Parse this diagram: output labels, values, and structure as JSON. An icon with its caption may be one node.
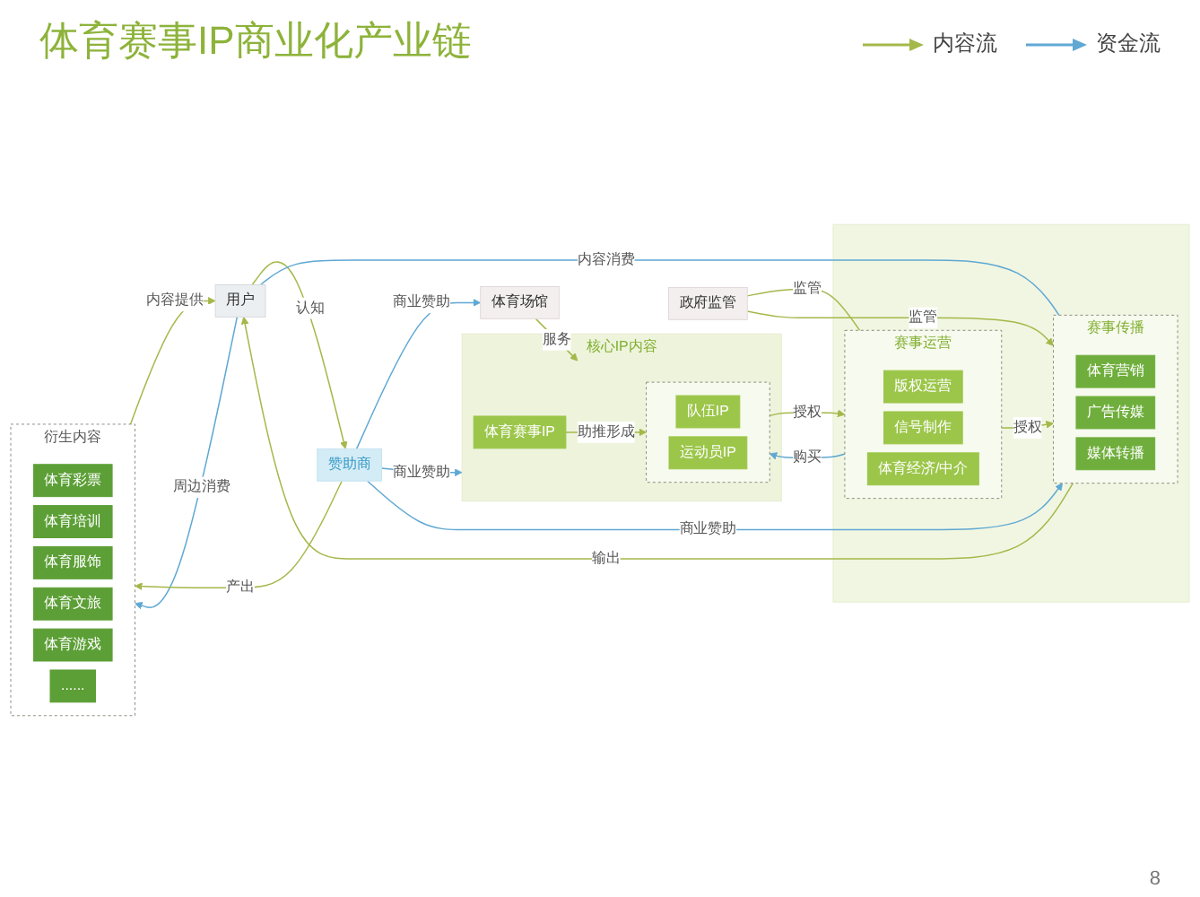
{
  "diagram": {
    "title": "体育赛事IP商业化产业链",
    "nodes": [
      {
        "text": [
          "核心IP内容"
        ]
      },
      {
        "text": [
          "体育赛事IP"
        ],
        "in": 0
      },
      {
        "text": [],
        "shape": "box",
        "in": 0
      },
      {
        "text": [
          "队伍IP"
        ],
        "in": 2
      },
      {
        "text": [
          "运动员IP"
        ],
        "in": 2
      },
      {
        "text": [],
        "shape": "box"
      },
      {
        "text": [
          "赛事运营"
        ],
        "in": 5
      },
      {
        "text": [
          "版权运营"
        ],
        "in": 6
      },
      {
        "text": [
          "信号制作"
        ],
        "in": 6
      },
      {
        "text": [
          "体育经济/中介"
        ],
        "in": 6
      },
      {
        "text": [
          "赛事传播"
        ],
        "in": 5
      },
      {
        "text": [
          "体育营销"
        ],
        "in": 10
      },
      {
        "text": [
          "广告传媒"
        ],
        "in": 10
      },
      {
        "text": [
          "媒体转播"
        ],
        "in": 10
      },
      {
        "text": [
          "用户"
        ]
      },
      {
        "text": [
          "衍生内容"
        ]
      },
      {
        "text": [
          "体育彩票"
        ],
        "in": 15
      },
      {
        "text": [
          "体育培训"
        ],
        "in": 15
      },
      {
        "text": [
          "体育服饰"
        ],
        "in": 15
      },
      {
        "text": [
          "体育文旅"
        ],
        "in": 15
      },
      {
        "text": [
          "体育游戏"
        ],
        "in": 15
      },
      {
        "text": [
          "......"
        ],
        "in": 15
      },
      {
        "text": [
          "体育场馆"
        ]
      },
      {
        "text": [
          "政府监管"
        ]
      },
      {
        "text": [
          "赞助商"
        ]
      }
    ],
    "edges": [
      {
        "from": 1,
        "to": 2,
        "arrow": "to",
        "label": "助推形成"
      },
      {
        "from": 6,
        "to": 2,
        "arrow": "to",
        "label": "购买",
        "color": "#5fa8d3"
      },
      {
        "from": 2,
        "to": 6,
        "arrow": "to",
        "label": "授权"
      },
      {
        "from": 6,
        "to": 10,
        "arrow": "to",
        "label": "授权"
      },
      {
        "from": 14,
        "to": 10,
        "arrow": "to",
        "label": "内容消费",
        "color": "#5fa8d3"
      },
      {
        "from": 10,
        "to": 14,
        "arrow": "to",
        "label": "输出"
      },
      {
        "from": 14,
        "to": 15,
        "arrow": "to",
        "label": "周边消费",
        "color": "#5fa8d3"
      },
      {
        "from": 15,
        "to": 14,
        "arrow": "to",
        "label": "内容提供"
      },
      {
        "from": 22,
        "to": 0,
        "arrow": "to",
        "label": "服务"
      },
      {
        "from": 24,
        "to": 0,
        "arrow": "to",
        "label": "商业赞助",
        "color": "#5fa8d3"
      },
      {
        "from": 24,
        "to": 22,
        "arrow": "to",
        "label": "商业赞助",
        "color": "#5fa8d3"
      },
      {
        "from": 23,
        "to": 6,
        "arrow": "to",
        "label": "监管"
      },
      {
        "from": 23,
        "to": 10,
        "arrow": "to",
        "label": "监管"
      },
      {
        "from": 24,
        "to": 10,
        "arrow": "to",
        "label": "商业赞助",
        "color": "#5fa8d3"
      },
      {
        "from": 14,
        "to": 24,
        "arrow": "to",
        "label": "认知"
      },
      {
        "from": 24,
        "to": 15,
        "arrow": "to",
        "label": "产出"
      }
    ],
    "labels": [
      "8"
    ],
    "legend": [
      {
        "text": "内容流"
      },
      {
        "text": "资金流"
      }
    ]
  }
}
